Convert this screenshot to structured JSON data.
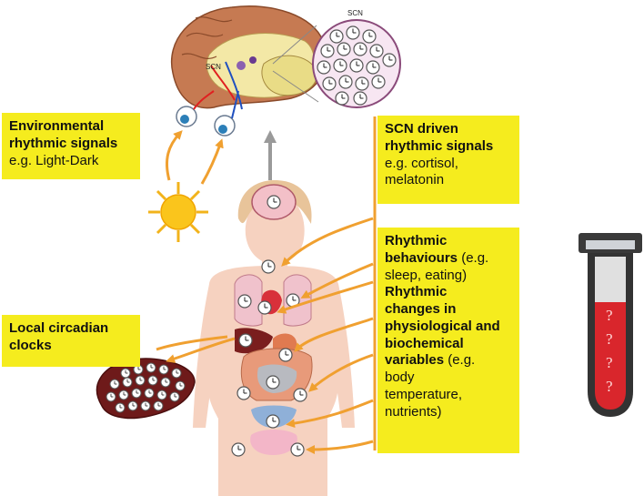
{
  "boxes": {
    "environmental": {
      "title_line1": "Environmental",
      "title_line2": "rhythmic signals",
      "example": "e.g. Light-Dark"
    },
    "scn_driven": {
      "title_line1": "SCN driven",
      "title_line2": "rhythmic signals",
      "example_line1": "e.g. cortisol,",
      "example_line2": "melatonin"
    },
    "rhythmic": {
      "b1": "Rhythmic",
      "b2": "behaviours",
      "b2_rest": " (e.g.",
      "b3": "sleep, eating)",
      "c1": "Rhythmic",
      "c2": "changes in",
      "c3": "physiological and",
      "c4": "biochemical",
      "c5": "variables",
      "c5_rest": " (e.g.",
      "c6": "body",
      "c7": "temperature,",
      "c8": "nutrients)"
    },
    "local": {
      "line1": "Local circadian",
      "line2": "clocks"
    }
  },
  "labels": {
    "scn_brain": "SCN",
    "scn_zoom": "SCN"
  },
  "tube": {
    "marks": [
      "?",
      "?",
      "?",
      "?"
    ]
  },
  "colors": {
    "box_yellow": "#f5ec1e",
    "arrow_orange": "#f0a030",
    "arrow_gray": "#9a9a9a",
    "tube_red": "#d9262c",
    "tube_cap": "#3a3a3a",
    "body_skin": "#f6d2c0"
  }
}
